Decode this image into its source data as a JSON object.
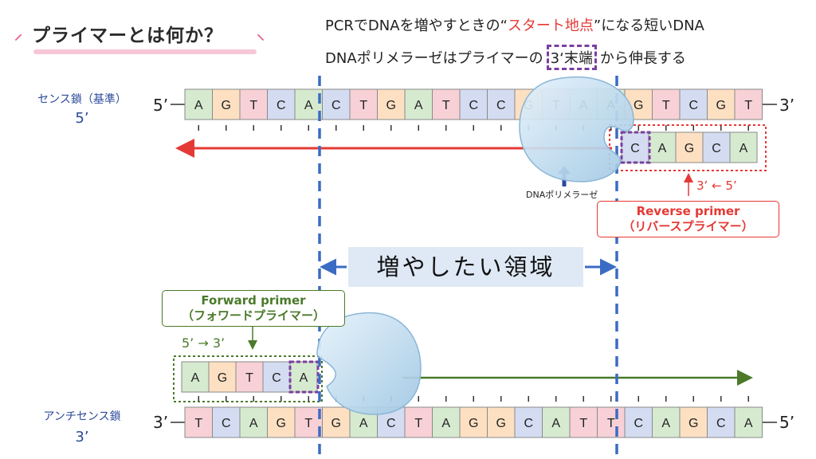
{
  "title": "プライマーとは何か？",
  "header": {
    "line1_prefix": "PCRでDNAを増やすときの“",
    "line1_highlight": "スタート地点",
    "line1_suffix": "”になる短いDNA",
    "line2_prefix": "DNAポリメラーゼはプライマーの",
    "line2_box": "3‘末端",
    "line2_suffix": "から伸長する"
  },
  "sense_strand": {
    "label": "センス鎖（基準）",
    "label_end": "5’",
    "left_end": "5’",
    "right_end": "3’",
    "bases": [
      "A",
      "G",
      "T",
      "C",
      "A",
      "C",
      "T",
      "G",
      "A",
      "T",
      "C",
      "C",
      "G",
      "T",
      "A",
      "A",
      "G",
      "T",
      "C",
      "G",
      "T"
    ]
  },
  "antisense_strand": {
    "label": "アンチセンス鎖",
    "label_end": "3’",
    "left_end": "3’",
    "right_end": "5’",
    "bases": [
      "T",
      "C",
      "A",
      "G",
      "T",
      "G",
      "A",
      "C",
      "T",
      "A",
      "G",
      "G",
      "C",
      "A",
      "T",
      "T",
      "C",
      "A",
      "G",
      "C",
      "A"
    ]
  },
  "reverse_primer": {
    "bases": [
      "C",
      "A",
      "G",
      "C",
      "A"
    ],
    "direction": "3’ ← 5’",
    "label_line1": "Reverse primer",
    "label_line2": "（リバースプライマー）"
  },
  "forward_primer": {
    "bases": [
      "A",
      "G",
      "T",
      "C",
      "A"
    ],
    "direction": "5’ → 3’",
    "label_line1": "Forward primer",
    "label_line2": "（フォワードプライマー）"
  },
  "polymerase_label": "DNAポリメラーゼ",
  "region_label": "増やしたい領域",
  "base_colors": {
    "A": "#d6ead0",
    "G": "#fde0c2",
    "T": "#f7d1d6",
    "C": "#d4dcf2"
  },
  "accent_colors": {
    "red": "#e53935",
    "green": "#4a7a2a",
    "blue": "#3b6cc4",
    "purple": "#7b3fa0"
  }
}
